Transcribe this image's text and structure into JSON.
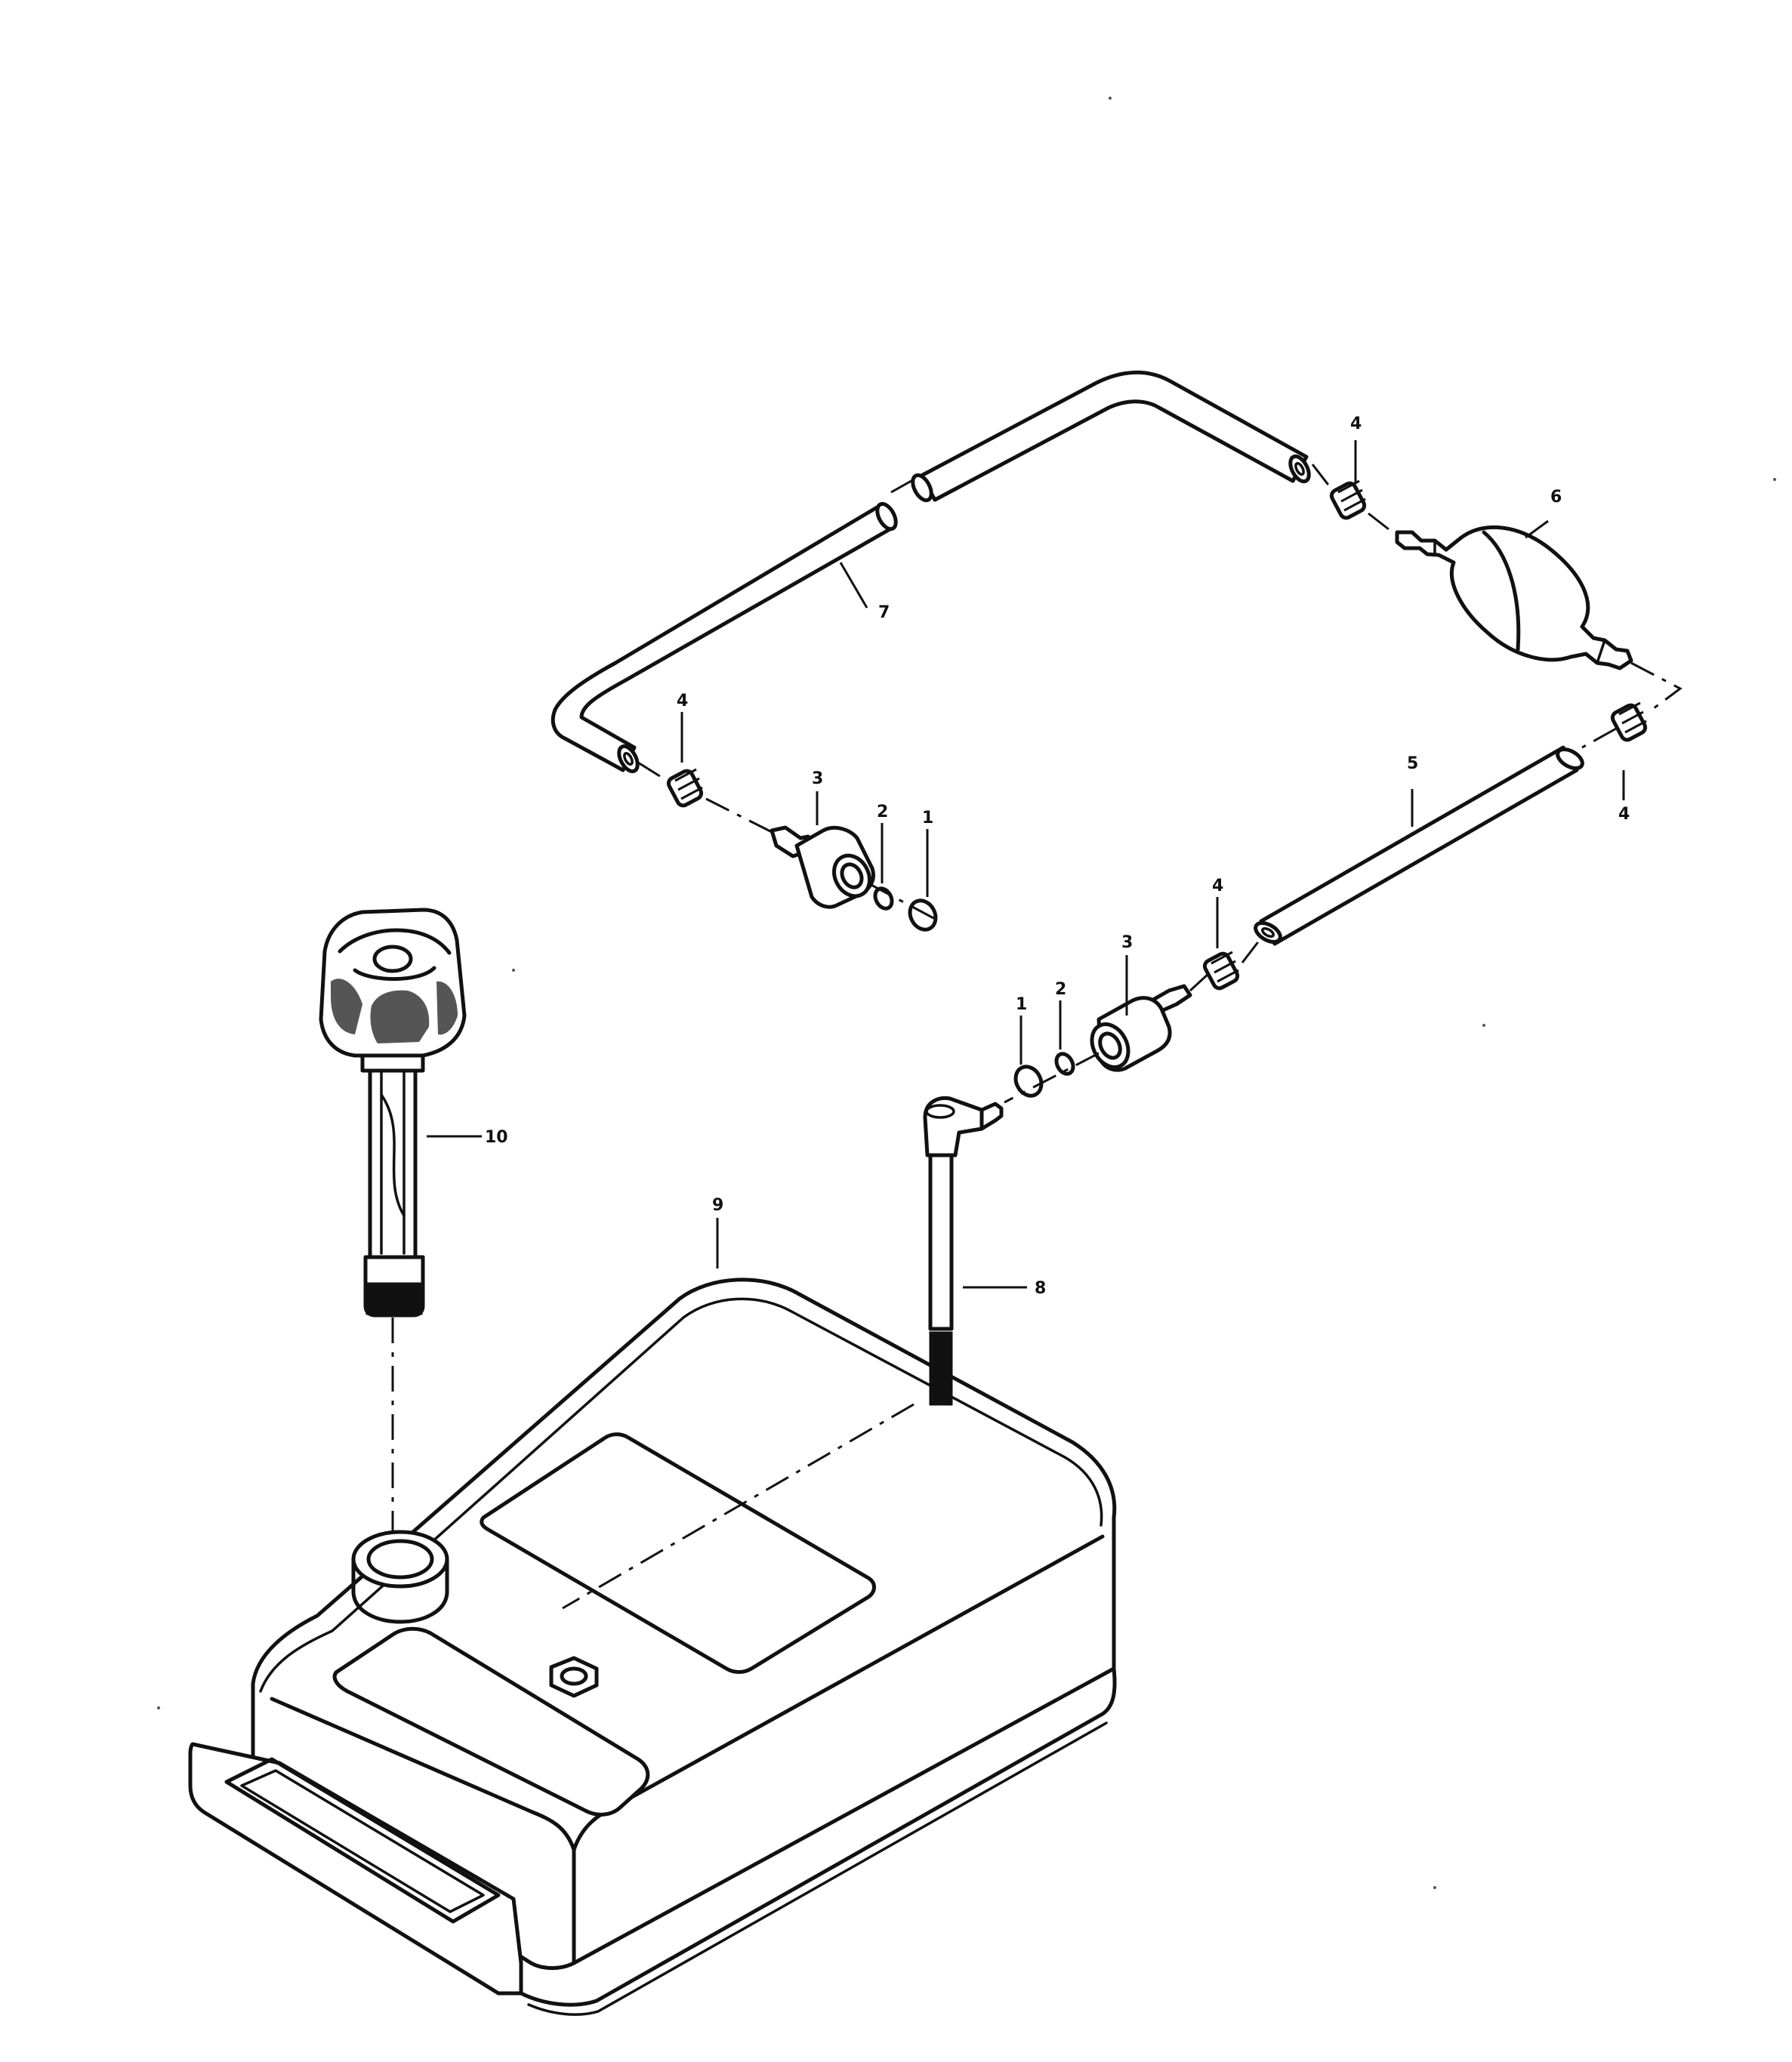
{
  "callouts": [
    {
      "id": "p7",
      "label": "7"
    },
    {
      "id": "p4a",
      "label": "4"
    },
    {
      "id": "p6",
      "label": "6"
    },
    {
      "id": "p4b",
      "label": "4"
    },
    {
      "id": "p3a",
      "label": "3"
    },
    {
      "id": "p2a",
      "label": "2"
    },
    {
      "id": "p1a",
      "label": "1"
    },
    {
      "id": "p5",
      "label": "5"
    },
    {
      "id": "p4c",
      "label": "4"
    },
    {
      "id": "p4d",
      "label": "4"
    },
    {
      "id": "p3b",
      "label": "3"
    },
    {
      "id": "p2b",
      "label": "2"
    },
    {
      "id": "p1b",
      "label": "1"
    },
    {
      "id": "p10",
      "label": "10"
    },
    {
      "id": "p9",
      "label": "9"
    },
    {
      "id": "p8",
      "label": "8"
    }
  ]
}
